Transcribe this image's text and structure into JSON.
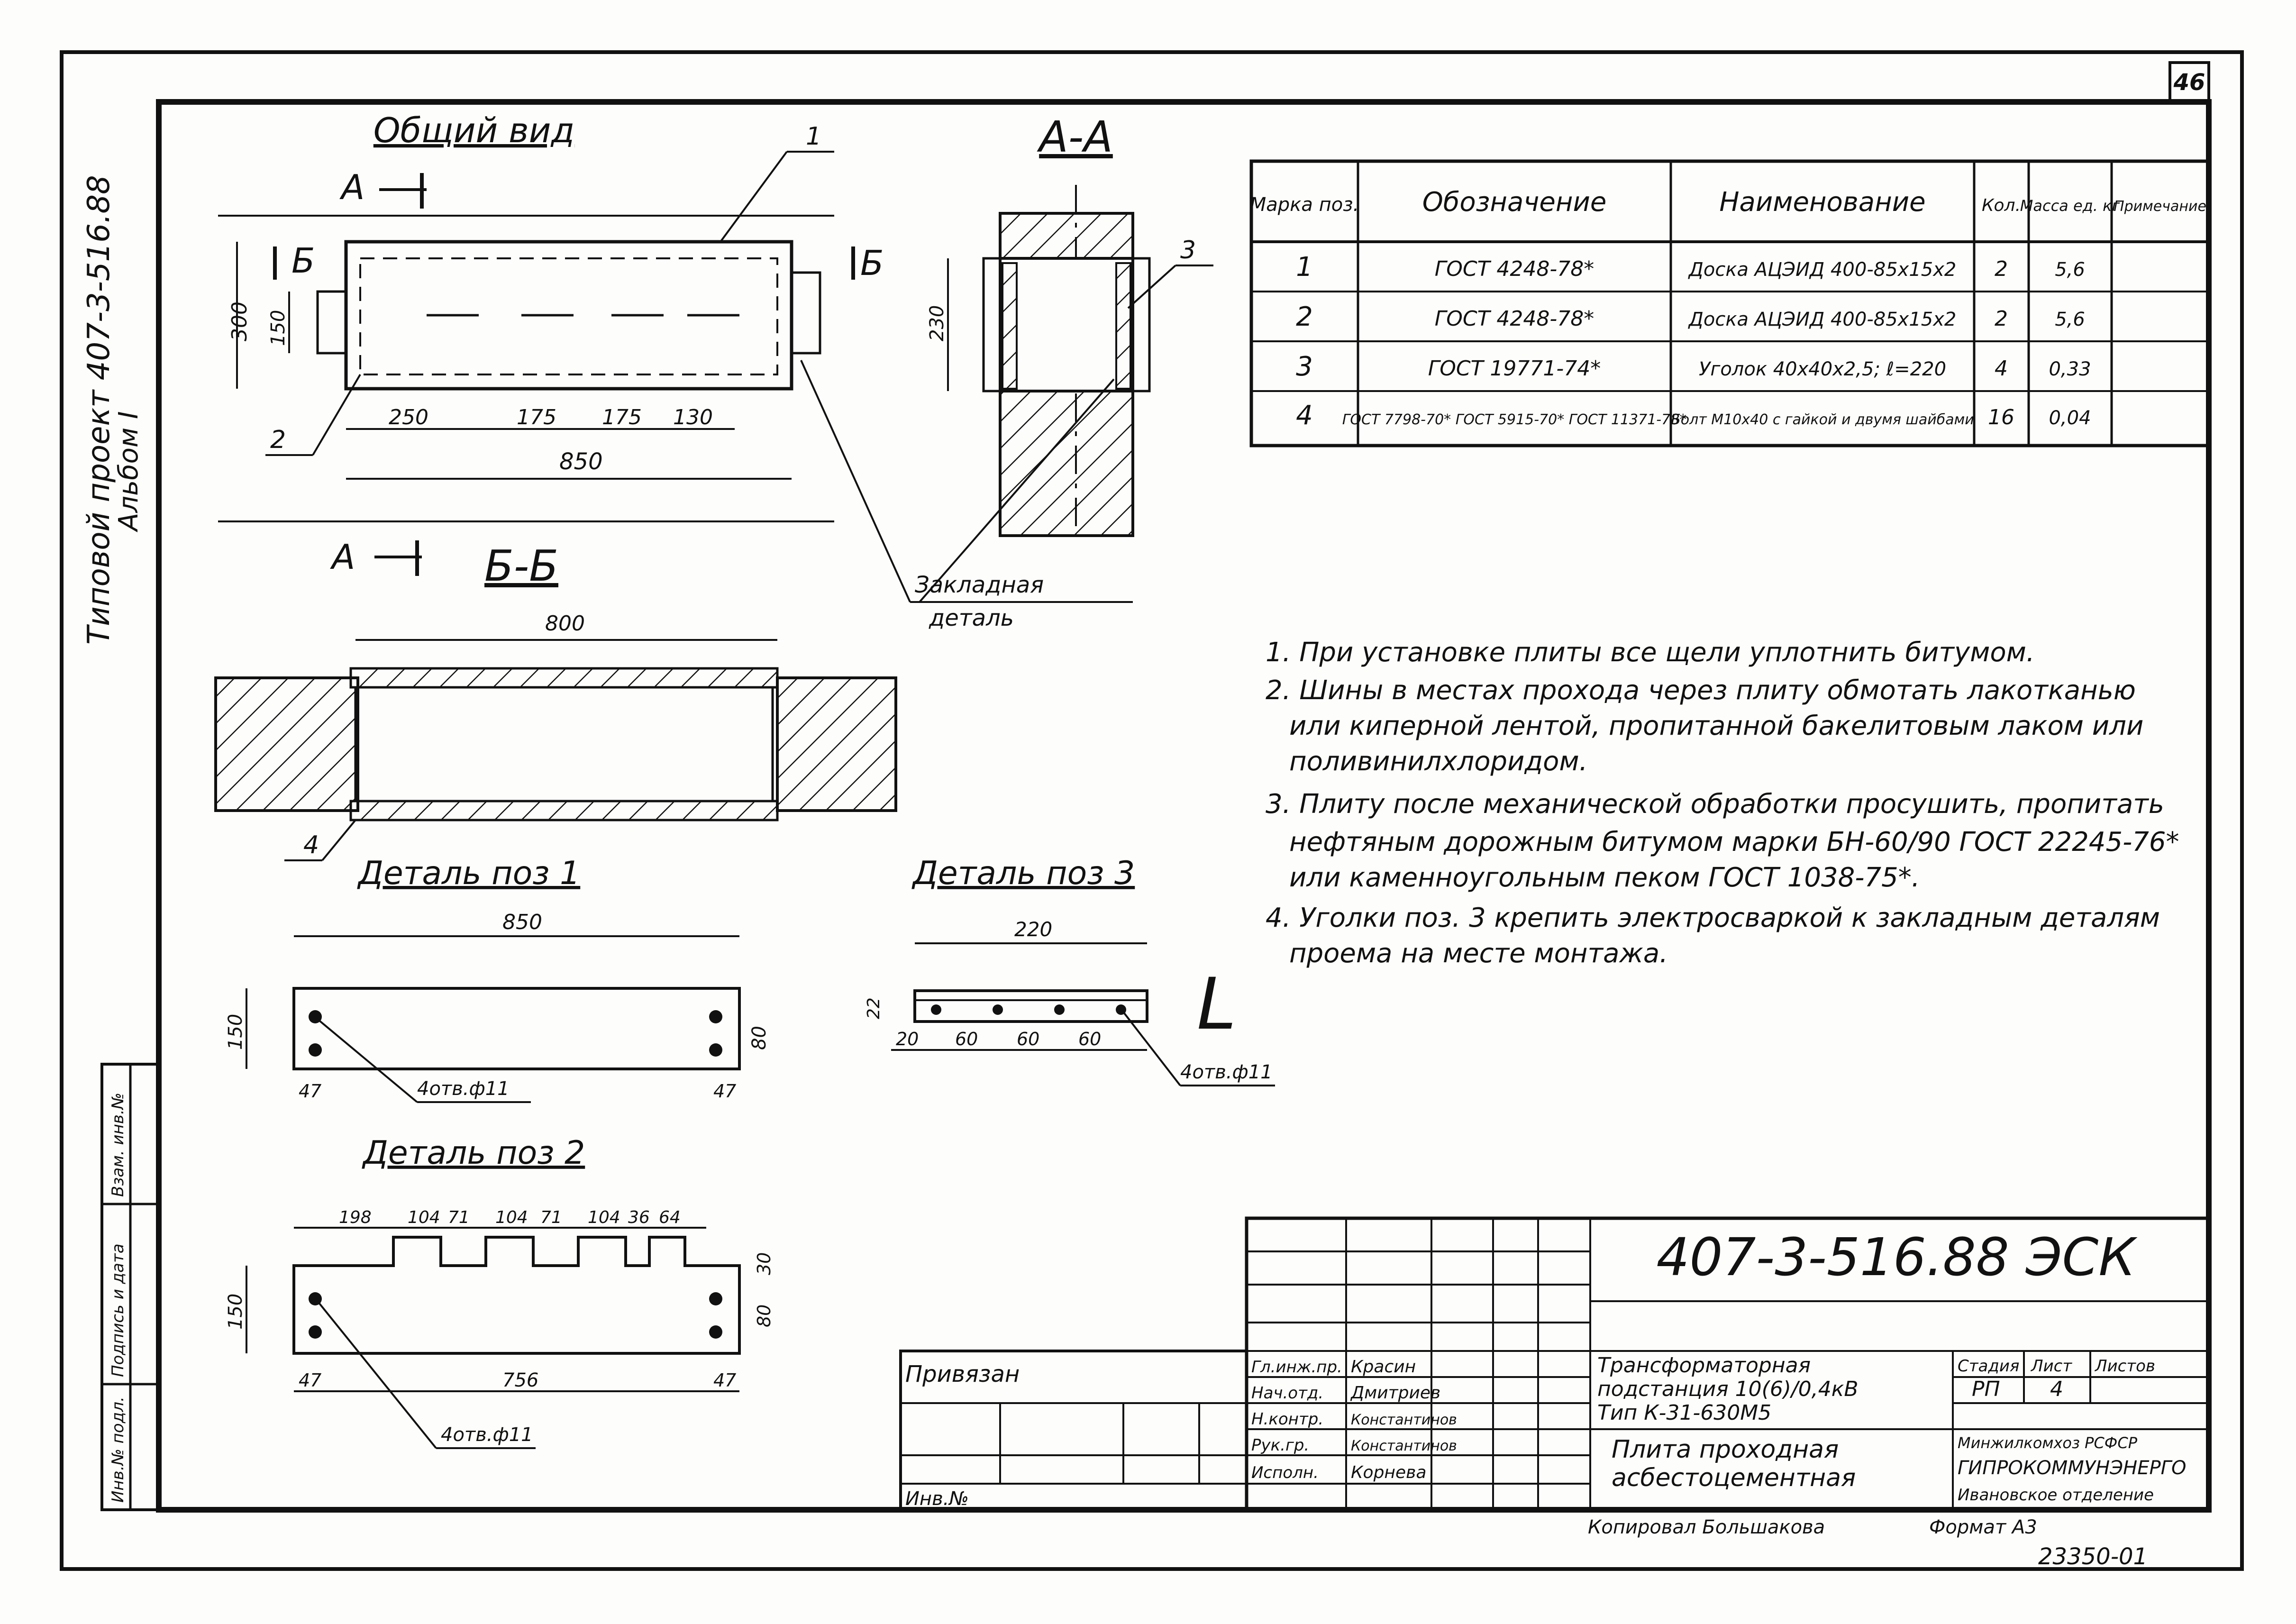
{
  "sheet_number": "46",
  "side_title": "Типовой проект 407-3-516.88",
  "side_album": "Альбом I",
  "left_stamp": [
    "Инв.№ подл.",
    "Подпись и дата",
    "Взам. инв.№"
  ],
  "views": {
    "general": "Общий вид",
    "section_aa": "А-А",
    "section_bb": "Б-Б",
    "detail1": "Деталь поз 1",
    "detail2": "Деталь поз 2",
    "detail3": "Деталь поз 3"
  },
  "section_marks": {
    "a": "А",
    "b": "Б"
  },
  "general_dims": {
    "height_outer": "300",
    "height_inner": "150",
    "d250": "250",
    "d175a": "175",
    "d175b": "175",
    "d130": "130",
    "total": "850",
    "pos1": "1",
    "pos2": "2"
  },
  "aa_dims": {
    "h230": "230",
    "pos3": "3",
    "embed1": "Закладная",
    "embed2": "деталь"
  },
  "bb_dims": {
    "width": "800",
    "pos4": "4"
  },
  "detail1_dims": {
    "len": "850",
    "h": "150",
    "h_right": "80",
    "e1": "47",
    "e2": "47",
    "holes": "4отв.ф11"
  },
  "detail2_dims": {
    "top": [
      "198",
      "104",
      "71",
      "104",
      "71",
      "104",
      "36",
      "64"
    ],
    "h": "150",
    "r1": "30",
    "r2": "80",
    "e1": "47",
    "mid": "756",
    "e2": "47",
    "holes": "4отв.ф11"
  },
  "detail3_dims": {
    "len": "220",
    "h": "22",
    "segs": [
      "20",
      "60",
      "60",
      "60"
    ],
    "holes": "4отв.ф11",
    "symbol": "L"
  },
  "spec_table": {
    "headers": [
      "Марка поз.",
      "Обозначение",
      "Наименование",
      "Кол.",
      "Масса ед. кг",
      "Примечание"
    ],
    "rows": [
      [
        "1",
        "ГОСТ 4248-78*",
        "Доска АЦЭИД 400-85х15х2",
        "2",
        "5,6",
        ""
      ],
      [
        "2",
        "ГОСТ 4248-78*",
        "Доска АЦЭИД 400-85х15х2",
        "2",
        "5,6",
        ""
      ],
      [
        "3",
        "ГОСТ 19771-74*",
        "Уголок 40х40х2,5; ℓ=220",
        "4",
        "0,33",
        ""
      ],
      [
        "4",
        "ГОСТ 7798-70* ГОСТ 5915-70* ГОСТ 11371-78*",
        "Болт М10х40 с гайкой и двумя шайбами",
        "16",
        "0,04",
        ""
      ]
    ]
  },
  "notes": [
    "1. При установке плиты все щели уплотнить битумом.",
    "2. Шины в местах прохода через плиту обмотать лакотканью",
    "или киперной лентой, пропитанной бакелитовым лаком или",
    "поливинилхлоридом.",
    "3. Плиту после механической обработки просушить, пропитать",
    "нефтяным дорожным битумом марки БН-60/90 ГОСТ 22245-76*",
    "или каменноугольным пеком ГОСТ 1038-75*.",
    "4. Уголки поз. 3 крепить электросваркой к закладным деталям",
    "проема на месте монтажа."
  ],
  "title_block": {
    "doc_code": "407-3-516.88 ЭСК",
    "bound": "Привязан",
    "inv": "Инв.№",
    "roles": [
      "Гл.инж.пр.",
      "Нач.отд.",
      "Н.контр.",
      "Рук.гр.",
      "Исполн."
    ],
    "names": [
      "Красин",
      "Дмитриев",
      "Константинов",
      "Константинов",
      "Корнева"
    ],
    "project_1": "Трансформаторная",
    "project_2": "подстанция 10(6)/0,4кВ",
    "project_3": "Тип К-31-630М5",
    "part_1": "Плита проходная",
    "part_2": "асбестоцементная",
    "stage_header": "Стадия",
    "sheet_header": "Лист",
    "sheets_header": "Листов",
    "stage": "РП",
    "sheet": "4",
    "org_1": "Минжилкомхоз РСФСР",
    "org_2": "ГИПРОКОММУНЭНЕРГО",
    "org_3": "Ивановское отделение",
    "copied": "Копировал Большакова",
    "format": "Формат А3",
    "archive": "23350-01"
  },
  "colors": {
    "ink": "#111111",
    "paper": "#fdfdfb"
  }
}
